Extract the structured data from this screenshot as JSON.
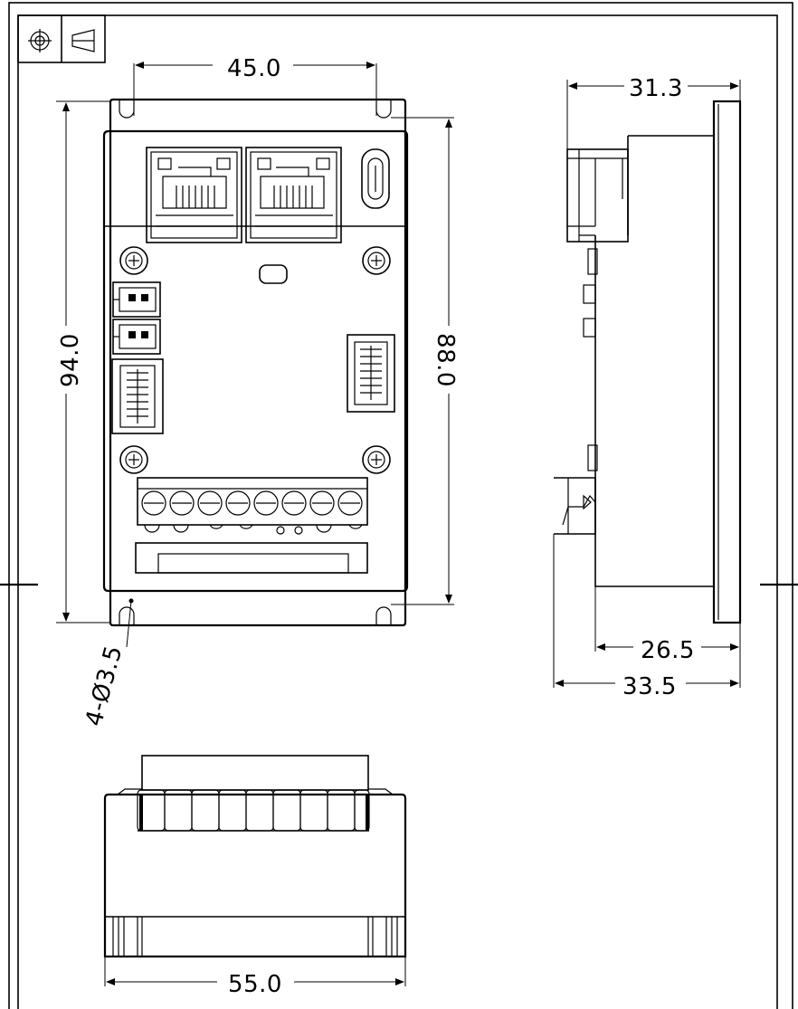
{
  "title_block": {
    "symbols": [
      "target-crosshair-icon",
      "projection-cone-icon"
    ]
  },
  "front_view": {
    "dim_width": "45.0",
    "dim_height_left": "94.0",
    "dim_height_right": "88.0",
    "dim_hole": "4-Ø3.5"
  },
  "side_view": {
    "dim_top": "31.3",
    "dim_mid": "26.5",
    "dim_bottom": "33.5"
  },
  "bottom_view": {
    "dim_width": "55.0"
  }
}
